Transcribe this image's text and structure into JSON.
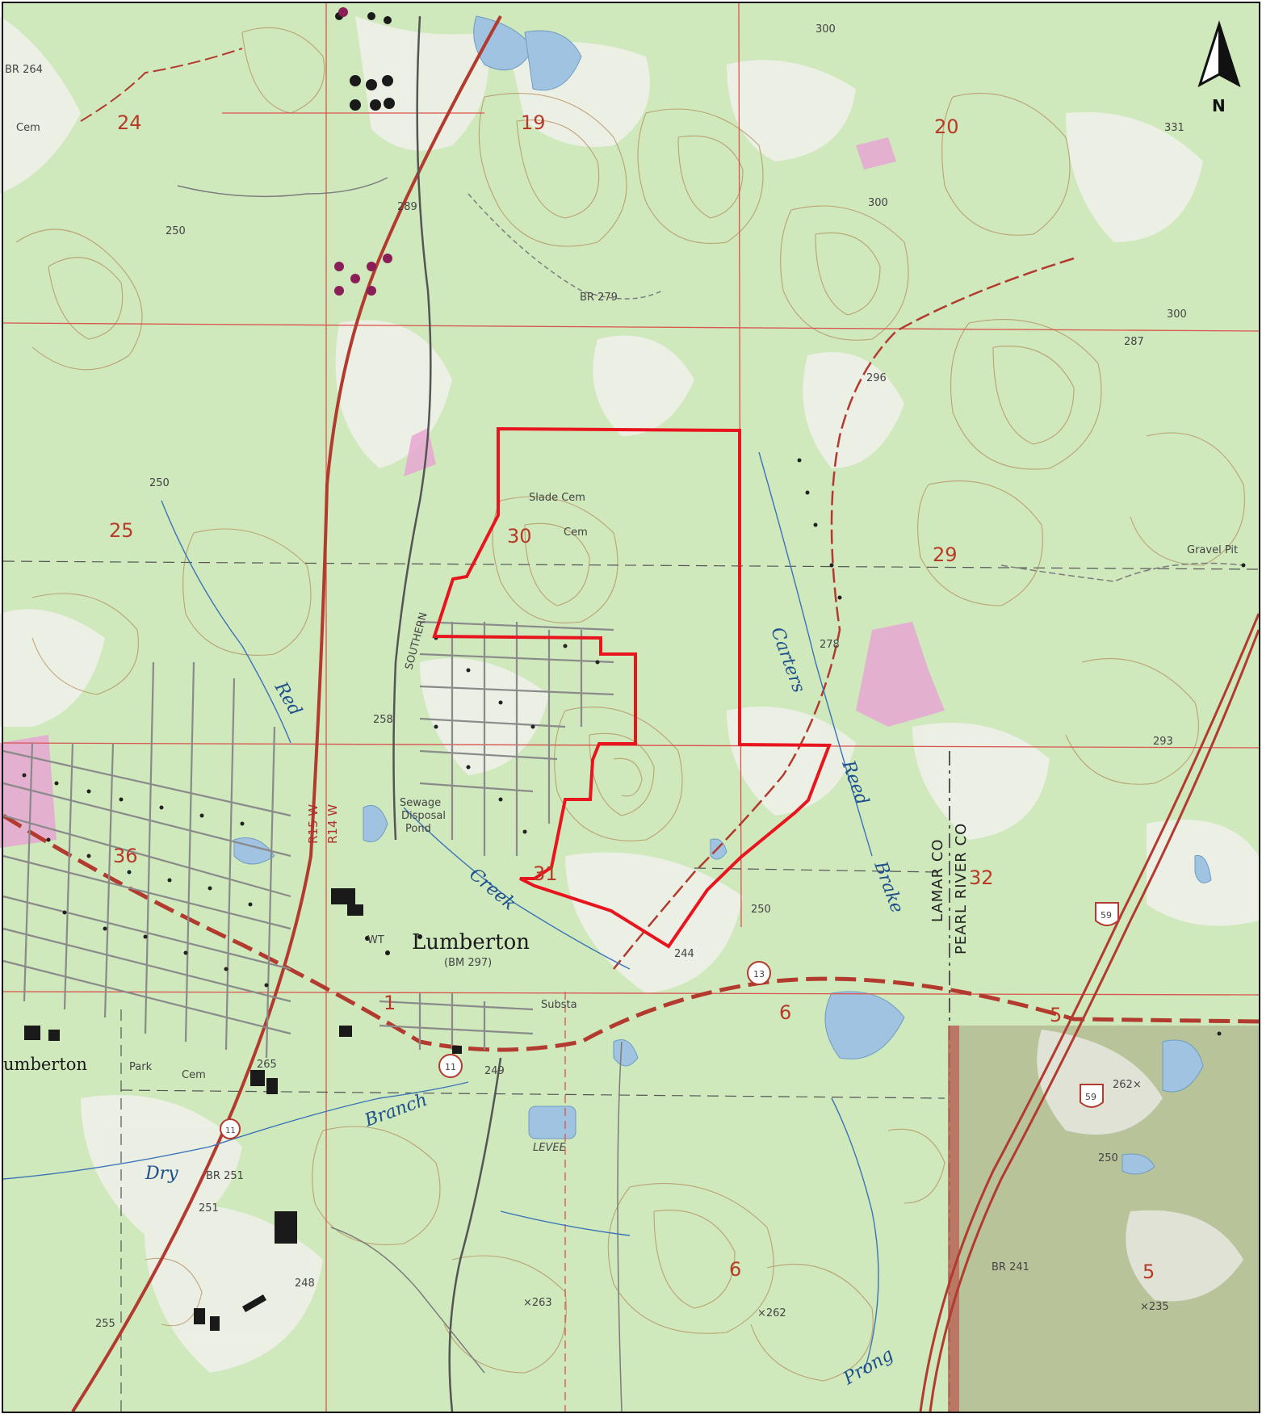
{
  "map": {
    "north_label": "N",
    "town_name": "Lumberton",
    "town_label_left": "umberton",
    "benchmark": "(BM 297)",
    "counties": [
      "LAMAR CO",
      "PEARL RIVER CO"
    ],
    "range_labels": [
      "R15 W",
      "R14 W"
    ],
    "sections": [
      "24",
      "19",
      "20",
      "25",
      "30",
      "29",
      "36",
      "31",
      "32",
      "1",
      "6",
      "5",
      "6",
      "5"
    ],
    "streams": {
      "red_creek_1": "Red",
      "red_creek_2": "Creek",
      "carters": "Carters",
      "reed": "Reed",
      "brake": "Brake",
      "dry": "Dry",
      "branch": "Branch",
      "prong": "Prong"
    },
    "features": {
      "slade_cem": "Slade Cem",
      "cem_small": "Cem",
      "cem_top_left": "Cem",
      "park": "Park",
      "cem_park": "Cem",
      "sewage": "Sewage",
      "disposal": "Disposal",
      "pond": "Pond",
      "levee": "LEVEE",
      "substa": "Substa",
      "gravel_pit": "Gravel Pit",
      "wt": "WT",
      "southern": "SOUTHERN"
    },
    "benchmarks": {
      "br264": "BR 264",
      "br279": "BR 279",
      "br251": "BR 251",
      "br241": "BR 241",
      "e289": "289",
      "e258": "258",
      "e249": "249",
      "e244": "244",
      "e263": "×263",
      "e262": "×262",
      "e262b": "262×",
      "e235": "×235",
      "e255": "255",
      "e248": "248",
      "e251": "251",
      "e265": "265",
      "e278": "278",
      "e293": "293",
      "e296": "296",
      "e287": "287",
      "e331": "331",
      "c250a": "250",
      "c250b": "250",
      "c250c": "250",
      "c250d": "250",
      "c300a": "300",
      "c300b": "300",
      "c300c": "300"
    },
    "highway_shields": [
      "11",
      "13",
      "11",
      "59",
      "59"
    ],
    "colors": {
      "forest": "#cfe8bc",
      "open": "#ecefe6",
      "boundary": "#e8141e",
      "section_line": "#d9544c",
      "road_red": "#b33a2e",
      "contour": "#b48c5a",
      "water": "#9fc3e0",
      "urban": "#d98fc4",
      "national_forest": "#b8c39a"
    }
  }
}
